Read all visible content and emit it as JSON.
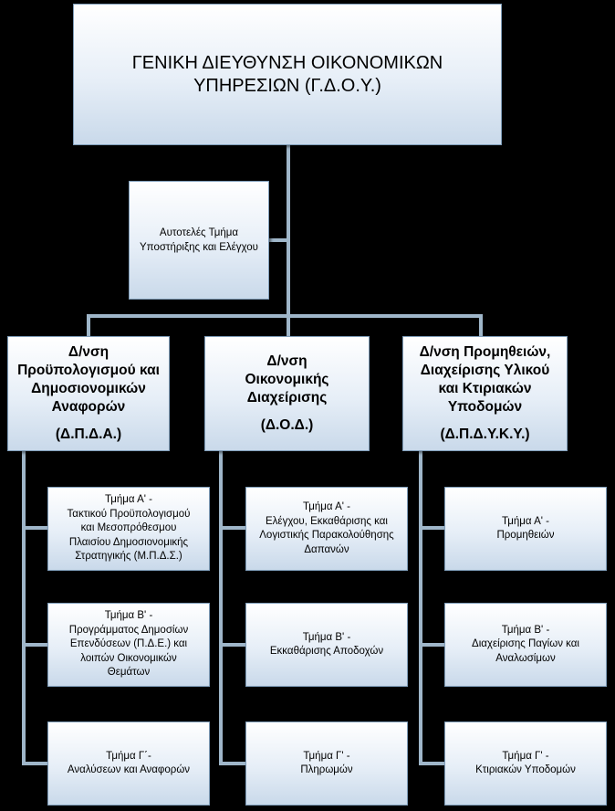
{
  "top": {
    "lines": [
      "ΓΕΝΙΚΗ ΔΙΕΥΘΥΝΣΗ ΟΙΚΟΝΟΜΙΚΩΝ",
      "ΥΠΗΡΕΣΙΩΝ (Γ.Δ.Ο.Υ.)"
    ]
  },
  "staff_unit": {
    "lines": [
      "Αυτοτελές Τμήμα",
      "Υποστήριξης και Ελέγχου"
    ]
  },
  "directorates": [
    {
      "lines": [
        "Δ/νση",
        "Προϋπολογισμού και",
        "Δημοσιονομικών",
        "Αναφορών"
      ],
      "abbr": "(Δ.Π.Δ.Α.)",
      "departments": [
        {
          "lines": [
            "Τμήμα Α' -",
            "Τακτικού Προϋπολογισμού",
            "και Μεσοπρόθεσμου",
            "Πλαισίου Δημοσιονομικής",
            "Στρατηγικής (Μ.Π.Δ.Σ.)"
          ]
        },
        {
          "lines": [
            "Τμήμα Β' -",
            "Προγράμματος Δημοσίων",
            "Επενδύσεων (Π.Δ.Ε.) και",
            "λοιπών Οικονομικών",
            "Θεμάτων"
          ]
        },
        {
          "lines": [
            "Τμήμα Γ΄-",
            "Αναλύσεων και Αναφορών"
          ]
        }
      ]
    },
    {
      "lines": [
        "Δ/νση",
        "Οικονομικής",
        "Διαχείρισης"
      ],
      "abbr": "(Δ.Ο.Δ.)",
      "departments": [
        {
          "lines": [
            "Τμήμα Α' -",
            "Ελέγχου, Εκκαθάρισης και",
            "Λογιστικής Παρακολούθησης",
            "Δαπανών"
          ]
        },
        {
          "lines": [
            "Τμήμα Β' -",
            "Εκκαθάρισης Αποδοχών"
          ]
        },
        {
          "lines": [
            "Τμήμα Γ' -",
            "Πληρωμών"
          ]
        }
      ]
    },
    {
      "lines": [
        "Δ/νση  Προμηθειών,",
        "Διαχείρισης Υλικού",
        "και Κτιριακών",
        "Υποδομών"
      ],
      "abbr": "(Δ.Π.Δ.Υ.Κ.Υ.)",
      "departments": [
        {
          "lines": [
            "Τμήμα Α' -",
            "Προμηθειών"
          ]
        },
        {
          "lines": [
            "Τμήμα Β' -",
            "Διαχείρισης Παγίων και",
            "Αναλωσίμων"
          ]
        },
        {
          "lines": [
            "Τμήμα Γ' -",
            "Κτιριακών Υποδομών"
          ]
        }
      ]
    }
  ],
  "colors": {
    "background": "#000000",
    "connector": "#9fb6c9",
    "box_border": "#7f9db9"
  }
}
